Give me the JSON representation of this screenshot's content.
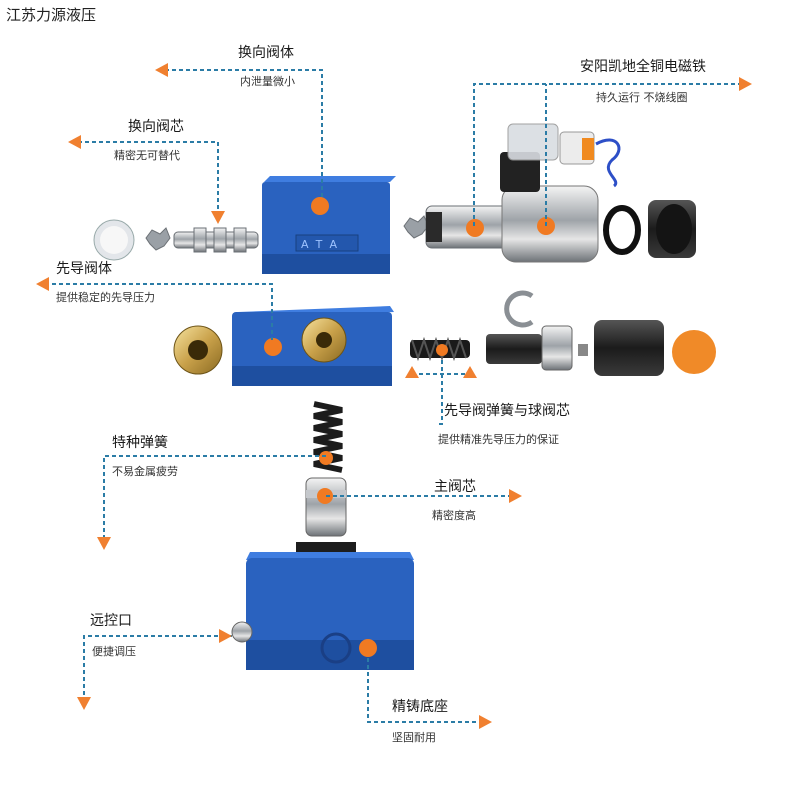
{
  "brand": "江苏力源液压",
  "parts": {
    "reversing_valve_body": {
      "title": "换向阀体",
      "subtitle": "内泄量微小"
    },
    "solenoid": {
      "title": "安阳凯地全铜电磁铁",
      "subtitle": "持久运行 不烧线圈"
    },
    "reversing_spool": {
      "title": "换向阀芯",
      "subtitle": "精密无可替代"
    },
    "pilot_valve_body": {
      "title": "先导阀体",
      "subtitle": "提供稳定的先导压力"
    },
    "pilot_spring_ball": {
      "title": "先导阀弹簧与球阀芯",
      "subtitle": "提供精准先导压力的保证"
    },
    "special_spring": {
      "title": "特种弹簧",
      "subtitle": "不易金属疲劳"
    },
    "main_spool": {
      "title": "主阀芯",
      "subtitle": "精密度高"
    },
    "remote_port": {
      "title": "远控口",
      "subtitle": "便捷调压"
    },
    "cast_base": {
      "title": "精铸底座",
      "subtitle": "坚固耐用"
    }
  },
  "valve_body_marking": "ATA",
  "colors": {
    "accent": "#f07a22",
    "leader": "#2b7ca6",
    "body_blue": "#2a62bf"
  }
}
